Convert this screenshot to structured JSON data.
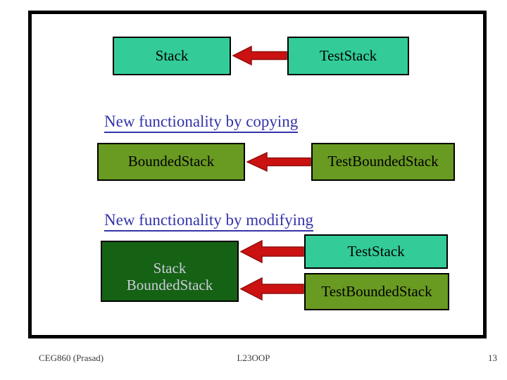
{
  "slide": {
    "heading_copying": "New functionality by copying",
    "heading_modifying": "New functionality by modifying",
    "row_copying": {
      "stack_label": "Stack",
      "test_stack_label": "TestStack"
    },
    "row_bounded": {
      "bounded_stack_label": "BoundedStack",
      "test_bounded_stack_label": "TestBoundedStack"
    },
    "row_modified": {
      "merged_line1": "Stack",
      "merged_line2": "BoundedStack",
      "test_stack_label": "TestStack",
      "test_bounded_stack_label": "TestBoundedStack"
    }
  },
  "footer": {
    "course": "CEG860 (Prasad)",
    "lecture_code": "L23OOP",
    "page_number": "13"
  },
  "icons": {
    "arrow_semantics": "red-arrow-pointing-left"
  },
  "colors": {
    "box_teal": "#33CC99",
    "box_olive": "#699A22",
    "box_dark_green": "#156214",
    "arrow_red": "#CC1111",
    "arrow_outline": "#8E0E0E",
    "heading_blue": "#3333AA",
    "merged_box_text": "#CCCCDD",
    "frame_border": "#000000"
  }
}
